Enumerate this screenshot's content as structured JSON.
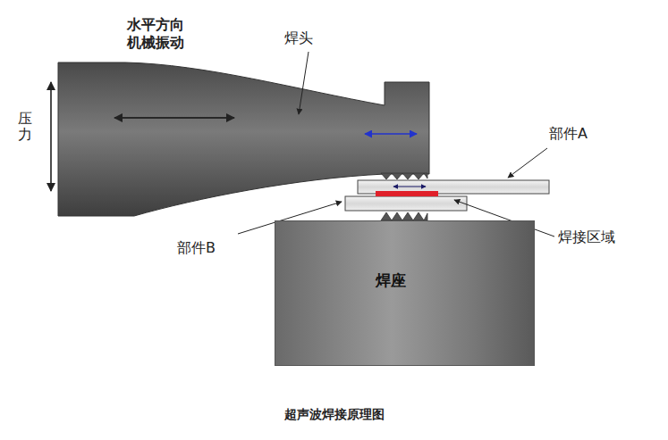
{
  "diagram": {
    "caption": "超声波焊接原理图",
    "nodes": [
      {
        "text": [
          "焊座"
        ]
      }
    ],
    "labels": [
      "水平方向 机械振动",
      "焊头",
      "压力",
      "部件A",
      "部件B",
      "焊接区域"
    ]
  }
}
